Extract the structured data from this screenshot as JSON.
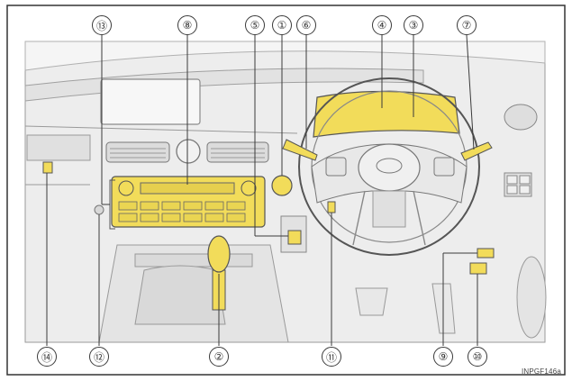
{
  "callouts": {
    "c1": "①",
    "c2": "②",
    "c3": "③",
    "c4": "④",
    "c5": "⑤",
    "c6": "⑥",
    "c7": "⑦",
    "c8": "⑧",
    "c9": "⑨",
    "c10": "⑩",
    "c11": "⑪",
    "c12": "⑫",
    "c13": "⑬",
    "c14": "⑭"
  },
  "figure_code": "INPGF146a",
  "colors": {
    "highlight": "#f2dc5a",
    "line": "#5a5a5a",
    "interior": "#e9e9e9",
    "frame": "#333333"
  }
}
